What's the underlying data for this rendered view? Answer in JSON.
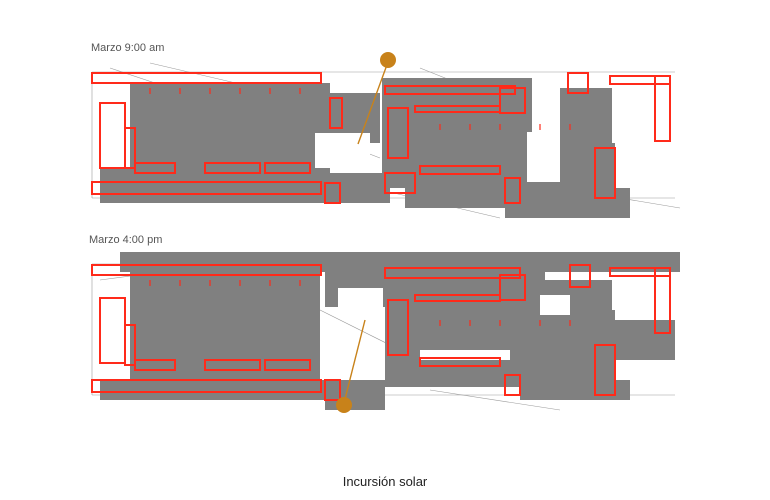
{
  "labels": {
    "morning": "Marzo 9:00 am",
    "afternoon": "Marzo 4:00 pm"
  },
  "caption": "Incursión solar",
  "colors": {
    "shadow": "#808080",
    "walls": "#ff2a1a",
    "sun": "#c8821a",
    "lines": "#9a9a9a"
  }
}
